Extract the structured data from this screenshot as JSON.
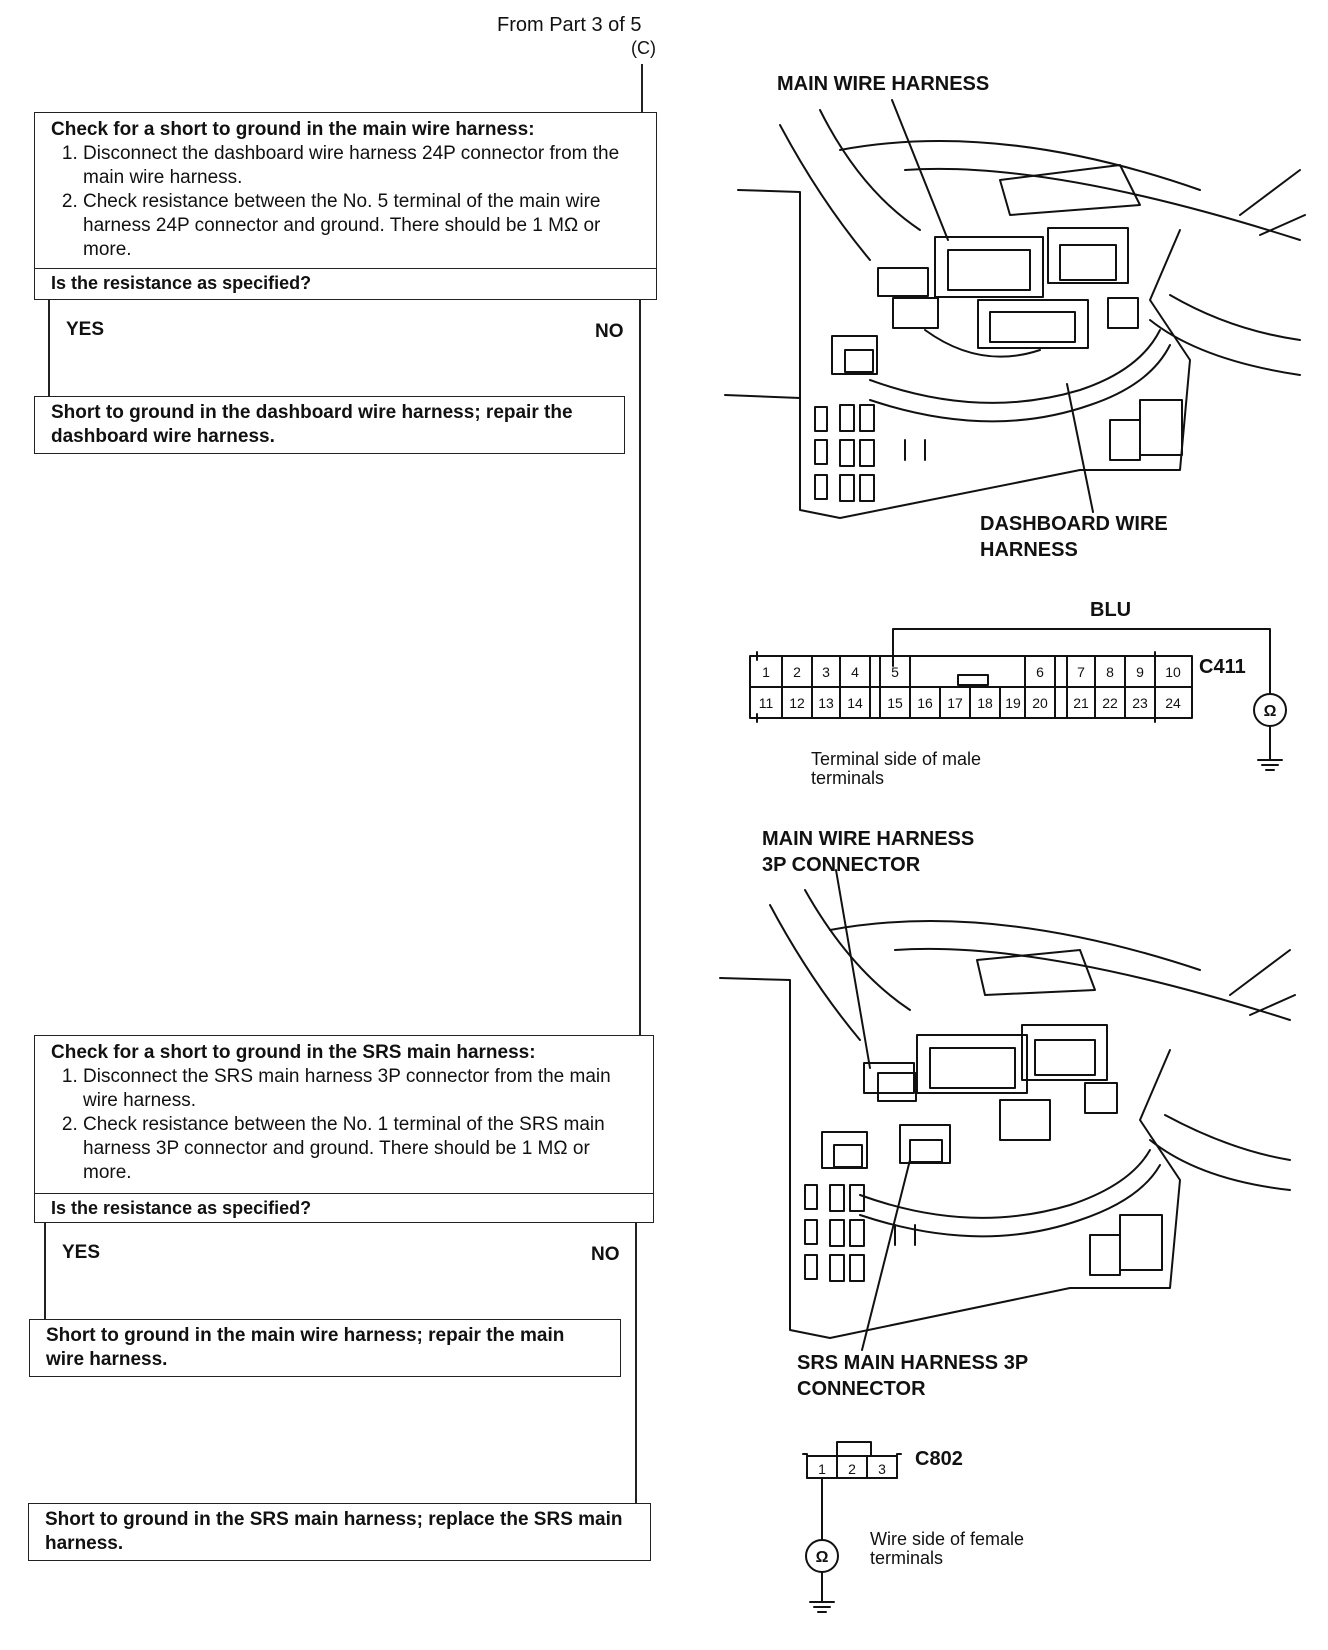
{
  "header": {
    "from_text": "From Part 3 of 5",
    "from_ref": "(C)"
  },
  "step1": {
    "title": "Check for a short to ground in the main wire harness:",
    "items": [
      "Disconnect the dashboard wire harness 24P connector from the main wire harness.",
      "Check resistance between the No. 5 terminal of the main wire harness 24P connector and ground. There should be 1 MΩ or more."
    ],
    "question": "Is the resistance as specified?",
    "yes": "YES",
    "no": "NO",
    "yes_result": "Short to ground in the dashboard wire harness; repair the dashboard wire harness."
  },
  "step2": {
    "title": "Check for a short to ground in the SRS main harness:",
    "items": [
      "Disconnect the SRS main harness 3P connector from the main wire harness.",
      "Check resistance between the No. 1 terminal of the SRS main harness 3P connector and ground. There should be 1 MΩ or more."
    ],
    "question": "Is the resistance as specified?",
    "yes": "YES",
    "no": "NO",
    "yes_result": "Short to ground in the main wire harness; repair the main wire harness.",
    "no_result": "Short to ground in the SRS main harness; replace the SRS main harness."
  },
  "figure1": {
    "label_top": "MAIN WIRE HARNESS",
    "label_bottom": "DASHBOARD WIRE HARNESS"
  },
  "connector_c411": {
    "wire_color": "BLU",
    "name": "C411",
    "top_row": [
      "1",
      "2",
      "3",
      "4",
      "5",
      "",
      "",
      "",
      "",
      "6",
      "7",
      "8",
      "9",
      "10"
    ],
    "bottom_row": [
      "11",
      "12",
      "13",
      "14",
      "15",
      "16",
      "17",
      "18",
      "19",
      "20",
      "21",
      "22",
      "23",
      "24"
    ],
    "caption": "Terminal side of male terminals",
    "meter_symbol": "Ω"
  },
  "figure2": {
    "label_top": "MAIN WIRE HARNESS 3P CONNECTOR",
    "label_bottom": "SRS MAIN HARNESS 3P CONNECTOR"
  },
  "connector_c802": {
    "name": "C802",
    "pins": [
      "1",
      "2",
      "3"
    ],
    "caption": "Wire side of female terminals",
    "meter_symbol": "Ω"
  }
}
